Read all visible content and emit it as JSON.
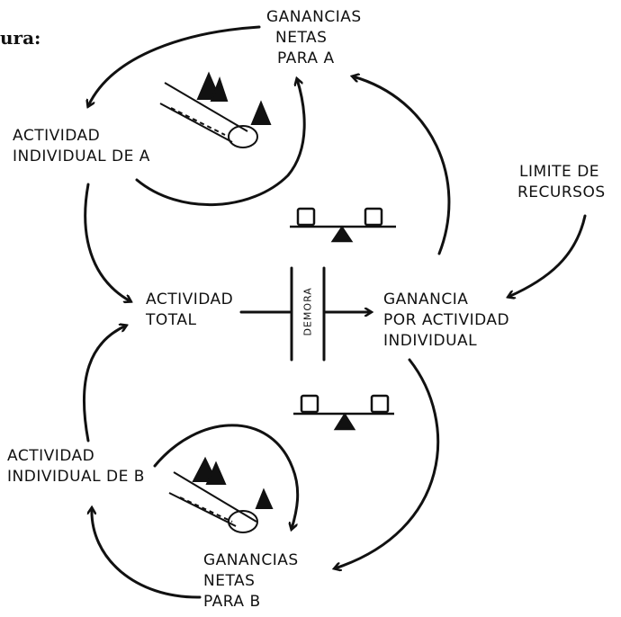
{
  "header_fragment": "ura:",
  "nodes": {
    "ganancias_a": [
      "GANANCIAS",
      "NETAS",
      "PARA A"
    ],
    "actividad_a": [
      "ACTIVIDAD",
      "INDIVIDUAL DE A"
    ],
    "limite": [
      "LIMITE DE",
      "RECURSOS"
    ],
    "actividad_total": [
      "ACTIVIDAD",
      "TOTAL"
    ],
    "ganancia_por_actividad": [
      "GANANCIA",
      "POR ACTIVIDAD",
      "INDIVIDUAL"
    ],
    "actividad_b": [
      "ACTIVIDAD",
      "INDIVIDUAL DE B"
    ],
    "ganancias_b": [
      "GANANCIAS",
      "NETAS",
      "PARA B"
    ]
  },
  "delay_label": "DEMORA",
  "icons": [
    "seesaw-icon",
    "seesaw-icon",
    "snowball-icon",
    "snowball-icon"
  ],
  "colors": {
    "ink": "#111111",
    "background": "#ffffff"
  }
}
